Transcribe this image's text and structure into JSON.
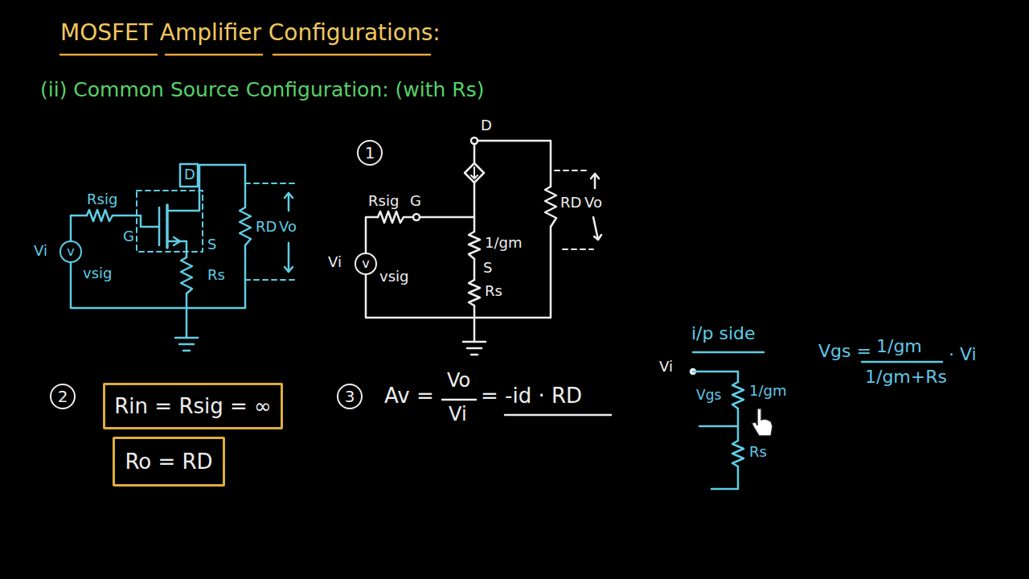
{
  "diagram": {
    "title": "MOSFET Amplifier Configurations:",
    "nodes": [
      {
        "text": [
          "1"
        ]
      },
      {
        "text": [
          "v"
        ]
      },
      {
        "text": [
          "v"
        ]
      },
      {
        "text": [
          "2"
        ]
      },
      {
        "text": [
          "Rin = Rsig = ∞"
        ]
      },
      {
        "text": [
          "Ro = RD"
        ]
      },
      {
        "text": [
          "3"
        ]
      }
    ],
    "labels": [
      "(ii) Common Source Configuration: (with Rs)",
      "Rsig",
      "G",
      "D",
      "S",
      "Rs",
      "RD",
      "Vo",
      "Vi",
      "vsig",
      "D",
      "Rsig",
      "G",
      "1/gm",
      "S",
      "Rs",
      "RD",
      "Vo",
      "Vi",
      "vsig",
      "Av =",
      "Vo",
      "Vi",
      "= -id · RD",
      "i/p side",
      "Vi",
      "Vgs",
      "1/gm",
      "Rs",
      "Vgs =",
      "1/gm",
      "1/gm+Rs",
      "· Vi"
    ]
  }
}
